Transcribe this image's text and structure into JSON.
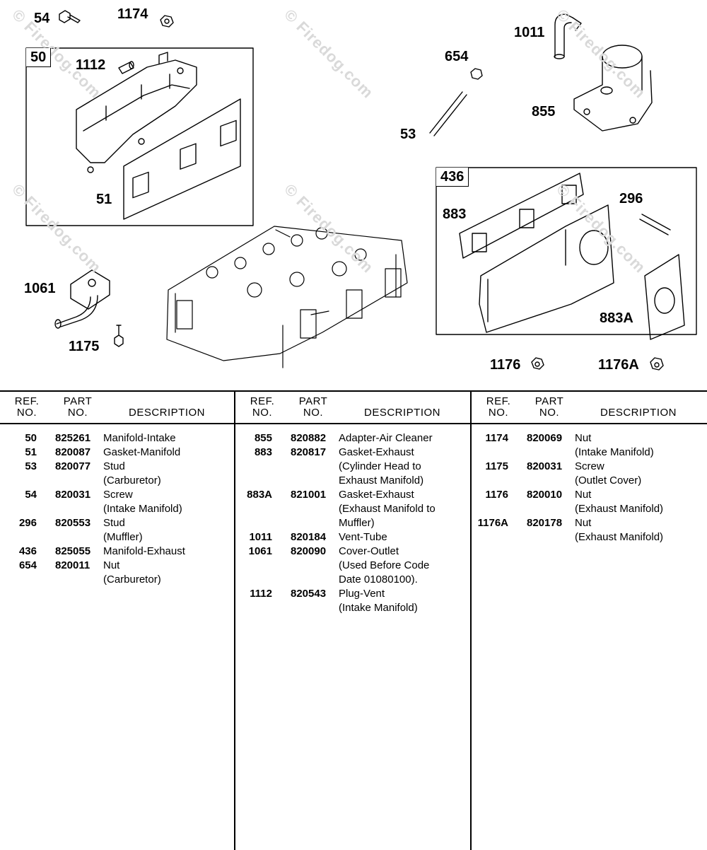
{
  "callouts": {
    "c54": "54",
    "c1174": "1174",
    "c50": "50",
    "c1112": "1112",
    "c51": "51",
    "c1011": "1011",
    "c654": "654",
    "c855": "855",
    "c53": "53",
    "c436": "436",
    "c883": "883",
    "c296": "296",
    "c883A": "883A",
    "c1061": "1061",
    "c1175": "1175",
    "c1176": "1176",
    "c1176A": "1176A"
  },
  "watermark": "© Firedog.com",
  "table": {
    "headers": {
      "ref_1": "REF.",
      "ref_2": "NO.",
      "part_1": "PART",
      "part_2": "NO.",
      "description": "DESCRIPTION"
    },
    "columns": [
      [
        {
          "ref": "50",
          "part": "825261",
          "desc": [
            "Manifold-Intake"
          ]
        },
        {
          "ref": "51",
          "part": "820087",
          "desc": [
            "Gasket-Manifold"
          ]
        },
        {
          "ref": "53",
          "part": "820077",
          "desc": [
            "Stud",
            "(Carburetor)"
          ]
        },
        {
          "ref": "54",
          "part": "820031",
          "desc": [
            "Screw",
            "(Intake Manifold)"
          ]
        },
        {
          "ref": "296",
          "part": "820553",
          "desc": [
            "Stud",
            "(Muffler)"
          ]
        },
        {
          "ref": "436",
          "part": "825055",
          "desc": [
            "Manifold-Exhaust"
          ]
        },
        {
          "ref": "654",
          "part": "820011",
          "desc": [
            "Nut",
            "(Carburetor)"
          ]
        }
      ],
      [
        {
          "ref": "855",
          "part": "820882",
          "desc": [
            "Adapter-Air Cleaner"
          ]
        },
        {
          "ref": "883",
          "part": "820817",
          "desc": [
            "Gasket-Exhaust",
            "(Cylinder Head to",
            "Exhaust Manifold)"
          ]
        },
        {
          "ref": "883A",
          "part": "821001",
          "desc": [
            "Gasket-Exhaust",
            "(Exhaust Manifold to",
            "Muffler)"
          ]
        },
        {
          "ref": "1011",
          "part": "820184",
          "desc": [
            "Vent-Tube"
          ]
        },
        {
          "ref": "1061",
          "part": "820090",
          "desc": [
            "Cover-Outlet",
            "(Used Before Code",
            "Date 01080100)."
          ]
        },
        {
          "ref": "1112",
          "part": "820543",
          "desc": [
            "Plug-Vent",
            "(Intake Manifold)"
          ]
        }
      ],
      [
        {
          "ref": "1174",
          "part": "820069",
          "desc": [
            "Nut",
            "(Intake Manifold)"
          ]
        },
        {
          "ref": "1175",
          "part": "820031",
          "desc": [
            "Screw",
            "(Outlet Cover)"
          ]
        },
        {
          "ref": "1176",
          "part": "820010",
          "desc": [
            "Nut",
            "(Exhaust Manifold)"
          ]
        },
        {
          "ref": "1176A",
          "part": "820178",
          "desc": [
            "Nut",
            "(Exhaust Manifold)"
          ]
        }
      ]
    ]
  }
}
